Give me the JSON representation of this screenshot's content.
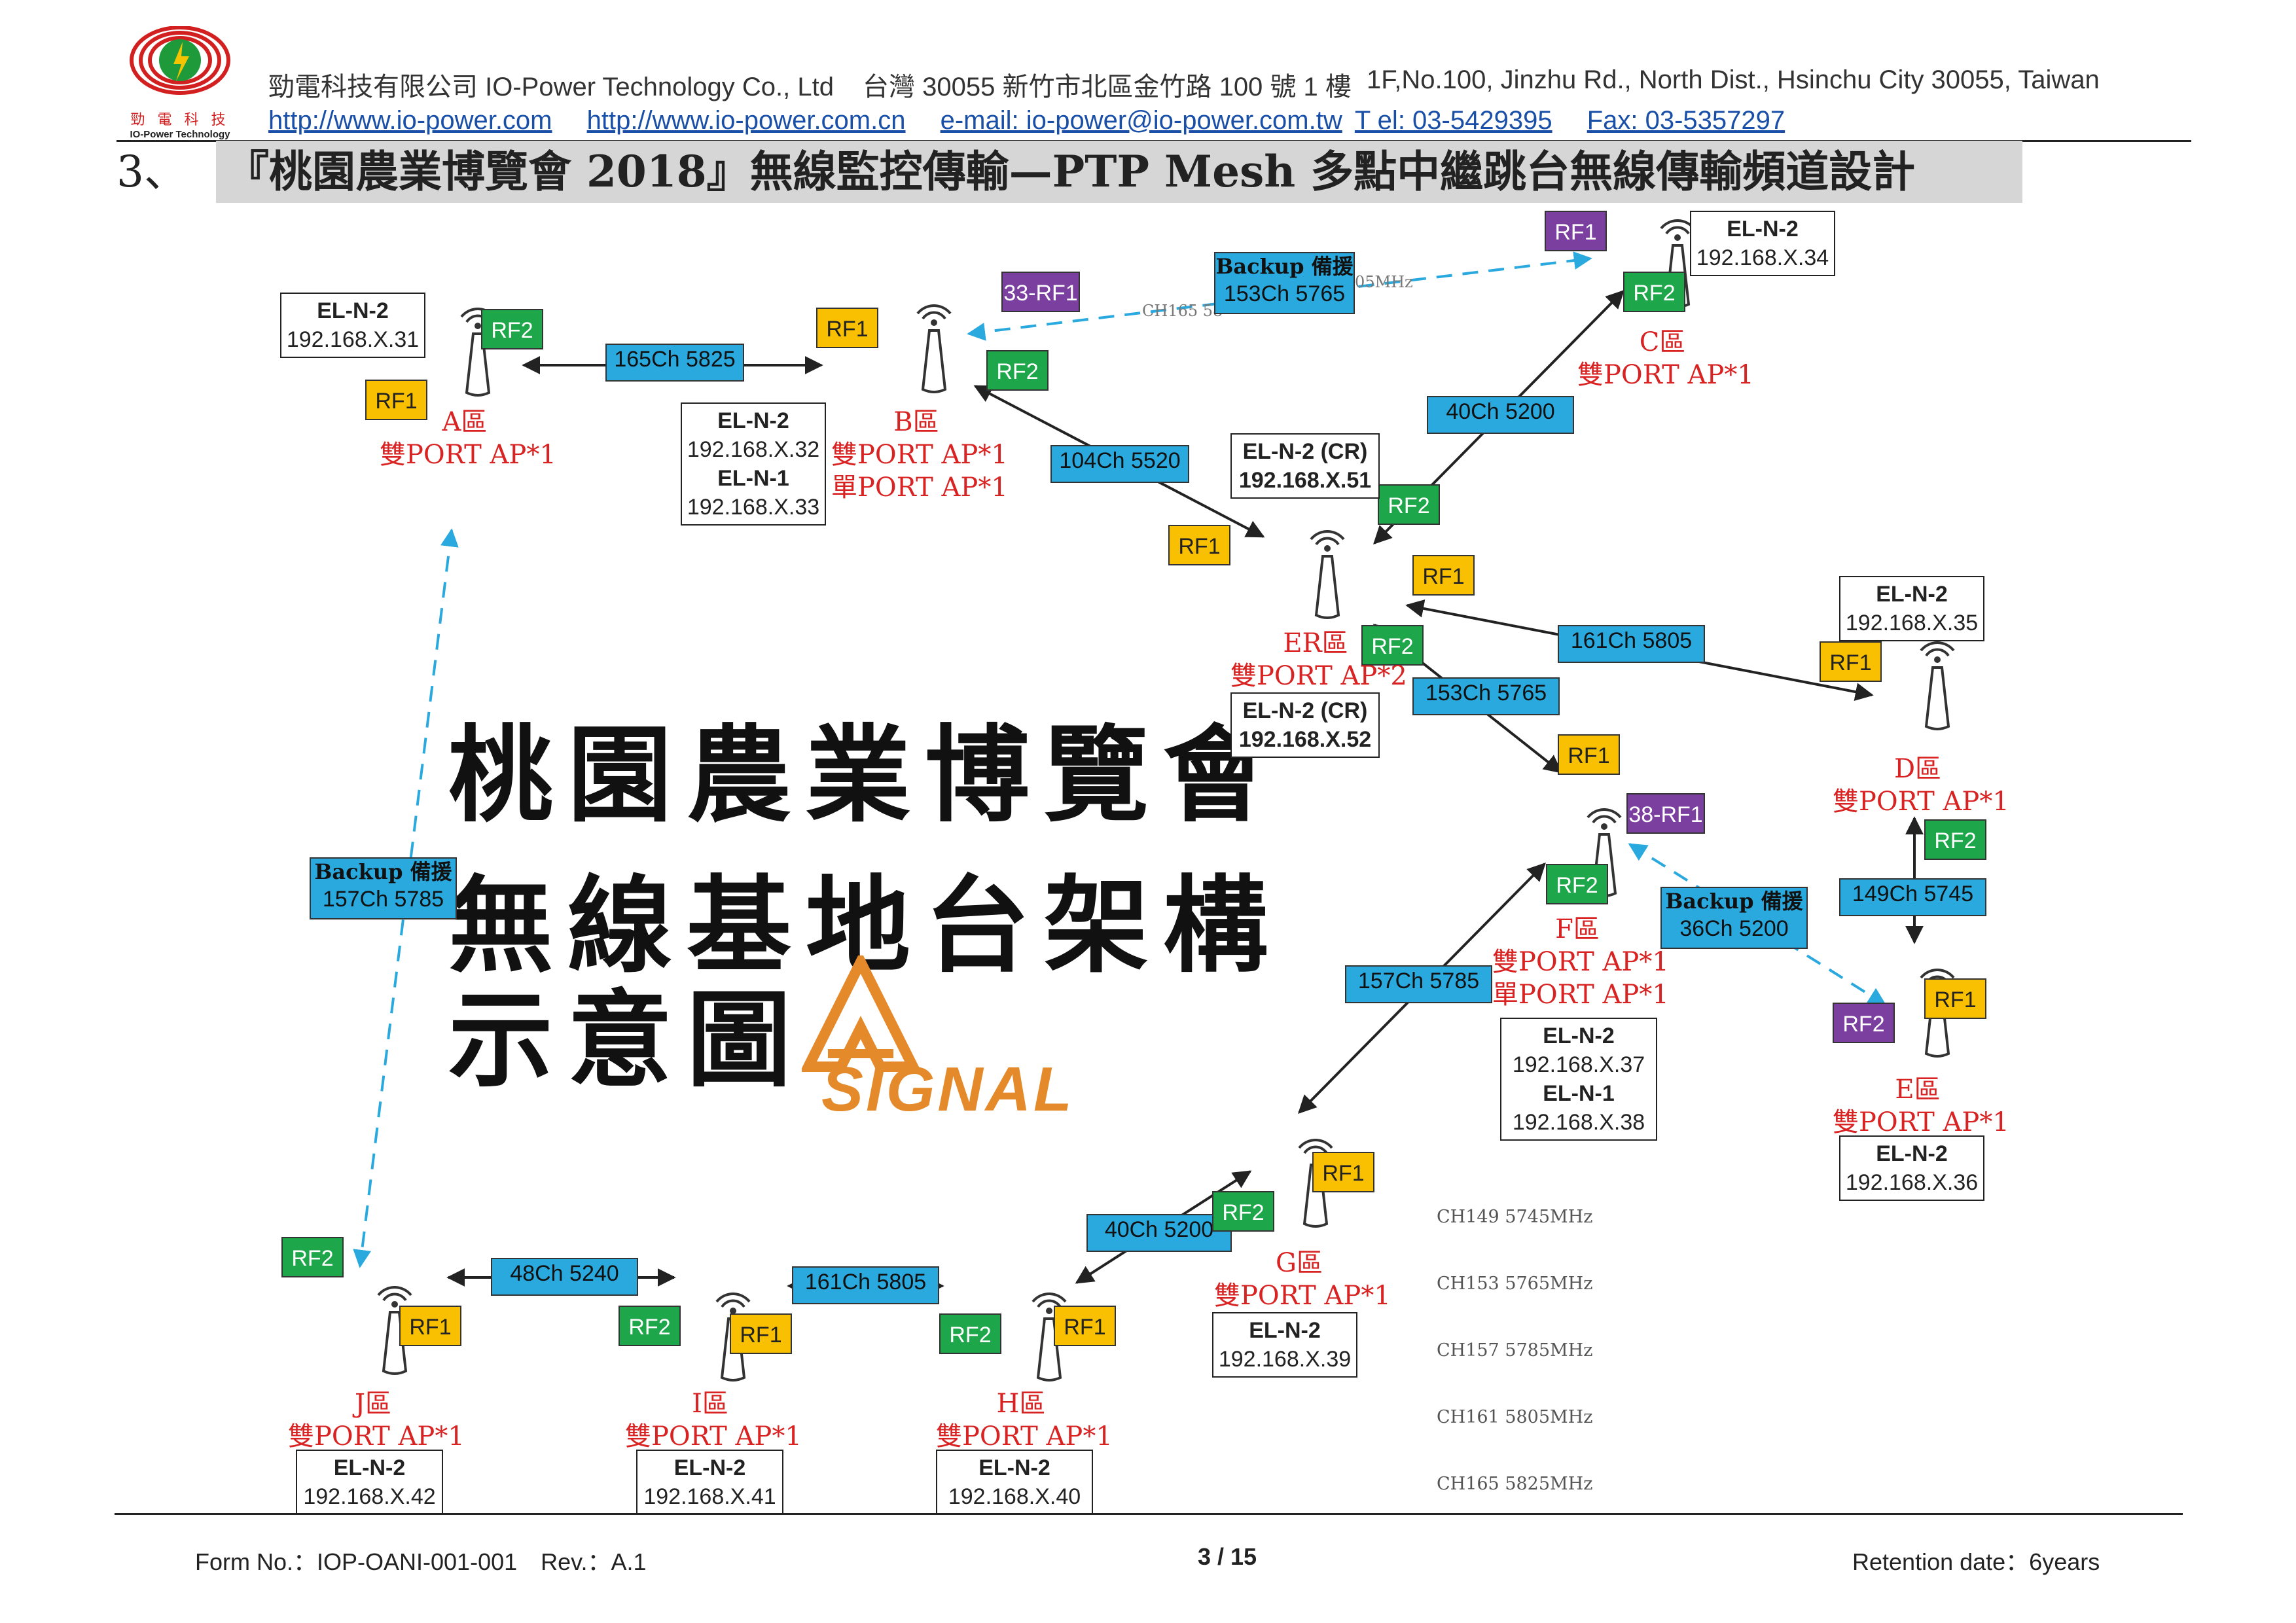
{
  "header": {
    "logo_text": "勁 電 科 技",
    "logo_brand": "IO-Power Technology",
    "company": "勁電科技有限公司 IO-Power Technology Co., Ltd",
    "address_zh": "台灣 30055 新竹市北區金竹路 100 號 1 樓",
    "address_en": "1F,No.100, Jinzhu Rd., North Dist., Hsinchu City 30055, Taiwan",
    "link1": "http://www.io-power.com",
    "link2": "http://www.io-power.com.cn",
    "email": "e-mail: io-power@io-power.com.tw",
    "tel": "T el: 03-5429395",
    "fax": "Fax: 03-5357297"
  },
  "title": {
    "number": "3、",
    "text": "『桃園農業博覽會 2018』無線監控傳輸—PTP Mesh 多點中繼跳台無線傳輸頻道設計"
  },
  "big_text": [
    "桃園農業博覽會",
    "無線基地台架構",
    "示意圖"
  ],
  "signal_logo": "SIGNAL",
  "legend": [
    "CH149 5745MHz",
    "CH153 5765MHz",
    "CH157 5785MHz",
    "CH161 5805MHz",
    "CH165 5825MHz"
  ],
  "faint": {
    "ch165": "CH165 58",
    "mhz": "05MHz"
  },
  "channels": {
    "ab": "165Ch 5825",
    "b_er": "104Ch 5520",
    "er_c": "40Ch 5200",
    "er_d": "161Ch 5805",
    "er_f": "153Ch 5765",
    "d_e": "149Ch 5745",
    "f_g": "157Ch 5785",
    "g_h": "40Ch 5200",
    "h_i": "161Ch 5805",
    "i_j": "48Ch 5240",
    "backup_bc": {
      "title": "Backup 備援",
      "value": "153Ch 5765"
    },
    "backup_aj": {
      "title": "Backup 備援",
      "value": "157Ch 5785"
    },
    "backup_fe": {
      "title": "Backup 備援",
      "value": "36Ch 5200"
    }
  },
  "tags": {
    "rf1": "RF1",
    "rf2": "RF2",
    "b_p": "33-RF1",
    "f_p": "38-RF1"
  },
  "nodes": {
    "A": {
      "label": "A區",
      "type": "雙PORT AP*1",
      "model": "EL-N-2",
      "ip": "192.168.X.31"
    },
    "B": {
      "label": "B區",
      "type": "雙PORT AP*1",
      "type2": "單PORT AP*1",
      "model": "EL-N-2",
      "ip": "192.168.X.32",
      "model2": "EL-N-1",
      "ip2": "192.168.X.33"
    },
    "C": {
      "label": "C區",
      "type": "雙PORT AP*1",
      "model": "EL-N-2",
      "ip": "192.168.X.34"
    },
    "ER": {
      "label": "ER區",
      "type": "雙PORT AP*2",
      "model": "EL-N-2 (CR)",
      "ip": "192.168.X.51",
      "model2": "EL-N-2 (CR)",
      "ip2": "192.168.X.52"
    },
    "D": {
      "label": "D區",
      "type": "雙PORT AP*1",
      "model": "EL-N-2",
      "ip": "192.168.X.35"
    },
    "E": {
      "label": "E區",
      "type": "雙PORT AP*1",
      "model": "EL-N-2",
      "ip": "192.168.X.36"
    },
    "F": {
      "label": "F區",
      "type": "雙PORT AP*1",
      "type2": "單PORT AP*1",
      "model": "EL-N-2",
      "ip": "192.168.X.37",
      "model2": "EL-N-1",
      "ip2": "192.168.X.38"
    },
    "G": {
      "label": "G區",
      "type": "雙PORT AP*1",
      "model": "EL-N-2",
      "ip": "192.168.X.39"
    },
    "H": {
      "label": "H區",
      "type": "雙PORT AP*1",
      "model": "EL-N-2",
      "ip": "192.168.X.40"
    },
    "I": {
      "label": "I區",
      "type": "雙PORT AP*1",
      "model": "EL-N-2",
      "ip": "192.168.X.41"
    },
    "J": {
      "label": "J區",
      "type": "雙PORT AP*1",
      "model": "EL-N-2",
      "ip": "192.168.X.42"
    }
  },
  "footer": {
    "form": "Form No.：IOP-OANI-001-001　Rev.：A.1",
    "page": "3 / 15",
    "retention": "Retention date：6years"
  },
  "colors": {
    "rf1": "#f8c000",
    "rf2": "#1ea64a",
    "purple": "#7b3fa0",
    "channel": "#2aa9df",
    "zone": "#d92323"
  }
}
